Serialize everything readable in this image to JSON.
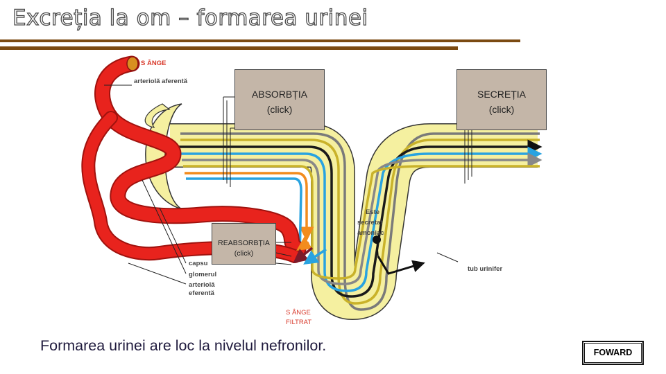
{
  "title": "Excreția la om – formarea urinei",
  "boxes": {
    "absorbtia": {
      "label": "ABSORBȚIA",
      "hint": "(click)"
    },
    "secretia": {
      "label": "SECREȚIA",
      "hint": "(click)"
    },
    "reabsorbtia": {
      "label": "REABSORBȚIA",
      "hint": "(click)"
    }
  },
  "labels": {
    "sange_top": "S ÂNGE",
    "arteriola_aferenta": "arteriolă aferentă",
    "este": "Este",
    "secretat": "secretat",
    "amoniac": "amoniac",
    "tub_urinifer": "tub urinifer",
    "capsula": "capsu",
    "glomerul": "glomerul",
    "arteriola": "arteriolă",
    "eferenta": "eferentă",
    "sange_bottom": "S ÂNGE",
    "filtrat": "FILTRAT"
  },
  "caption": "Formarea urinei are loc la nivelul nefronilor.",
  "forward_button": "FOWARD",
  "colors": {
    "rule": "#7b4a12",
    "tubule": "#f5f0a0",
    "blood": "#e8231d",
    "box": "#c4b6a8"
  }
}
